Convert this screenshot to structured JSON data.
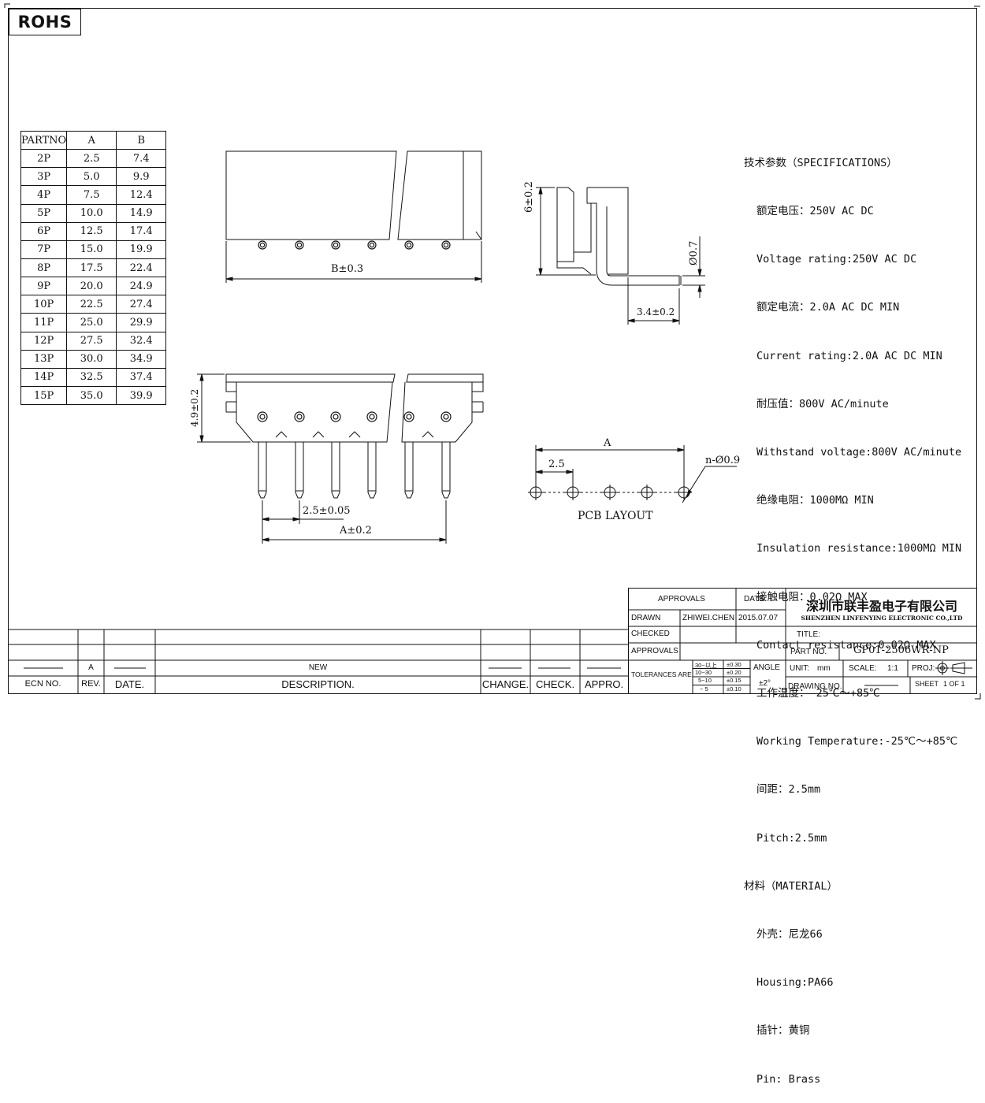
{
  "rohs_label": "ROHS",
  "parts_table": {
    "headers": [
      "PARTNO",
      "A",
      "B"
    ],
    "rows": [
      [
        "2P",
        "2.5",
        "7.4"
      ],
      [
        "3P",
        "5.0",
        "9.9"
      ],
      [
        "4P",
        "7.5",
        "12.4"
      ],
      [
        "5P",
        "10.0",
        "14.9"
      ],
      [
        "6P",
        "12.5",
        "17.4"
      ],
      [
        "7P",
        "15.0",
        "19.9"
      ],
      [
        "8P",
        "17.5",
        "22.4"
      ],
      [
        "9P",
        "20.0",
        "24.9"
      ],
      [
        "10P",
        "22.5",
        "27.4"
      ],
      [
        "11P",
        "25.0",
        "29.9"
      ],
      [
        "12P",
        "27.5",
        "32.4"
      ],
      [
        "13P",
        "30.0",
        "34.9"
      ],
      [
        "14P",
        "32.5",
        "37.4"
      ],
      [
        "15P",
        "35.0",
        "39.9"
      ]
    ]
  },
  "dimensions": {
    "b_width": "B±0.3",
    "height": "6±0.2",
    "pin_dia": "0.7",
    "offset": "3.4±0.2",
    "body_height": "4.9±0.2",
    "pitch_tol": "2.5±0.05",
    "a_width": "A±0.2",
    "pcb_a": "A",
    "pcb_pitch": "2.5",
    "hole": "n-Ø0.9",
    "pcb_layout": "PCB LAYOUT",
    "pin_dia_symbol": "Ø"
  },
  "specs": {
    "heading": "技术参数（SPECIFICATIONS）",
    "lines": [
      "额定电压：250V AC DC",
      "Voltage rating:250V AC DC",
      "额定电流：2.0A AC DC MIN",
      "Current rating:2.0A AC DC MIN",
      "耐压值：800V AC/minute",
      "Withstand voltage:800V AC/minute",
      "绝缘电阻：1000MΩ MIN",
      "Insulation resistance:1000MΩ MIN",
      "接触电阻：0.02Ω MAX",
      "Contact resistance:0.02Ω MAX",
      "工作温度：-25℃～+85℃",
      "Working Temperature:-25℃～+85℃",
      "间距：2.5mm",
      "Pitch:2.5mm"
    ],
    "material_heading": "材料（MATERIAL）",
    "material_lines": [
      "外壳：尼龙66",
      "Housing:PA66",
      "插针：黄铜",
      "Pin: Brass"
    ]
  },
  "title_block": {
    "approvals": "APPROVALS",
    "date": "DATE",
    "company_cn": "深圳市联丰盈电子有限公司",
    "company_en": "SHENZHEN LINFENYING ELECTRONIC CO.,LTD",
    "drawn": "DRAWN",
    "drawn_by": "ZHIWEI.CHEN",
    "drawn_date": "2015.07.07",
    "checked": "CHECKED",
    "title_label": "TITLE:",
    "approvals2": "APPROVALS",
    "part_no_label": "PART NO.",
    "part_no": "GP01-2506WR-NP",
    "tolerances": "TOLERANCES ARE",
    "tol_ranges": [
      "30~以上",
      "10~30",
      "5~10",
      "~ 5"
    ],
    "tol_values": [
      "±0.30",
      "±0.20",
      "±0.15",
      "±0.10"
    ],
    "angle": "ANGLE",
    "angle_value": "±2°",
    "unit_label": "UNIT:",
    "unit": "mm",
    "scale_label": "SCALE:",
    "scale": "1:1",
    "proj": "PROJ:",
    "drawing_no": "DRAWING NO.",
    "sheet": "SHEET",
    "sheet_value": "1  OF  1"
  },
  "revision_block": {
    "rev": "A",
    "description": "NEW",
    "labels": [
      "ECN NO.",
      "REV.",
      "DATE.",
      "DESCRIPTION.",
      "CHANGE.",
      "CHECK.",
      "APPRO."
    ]
  }
}
